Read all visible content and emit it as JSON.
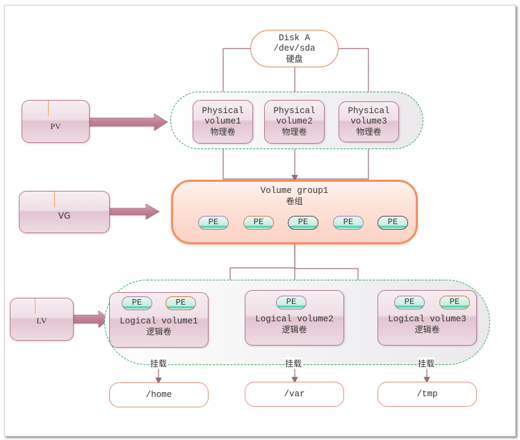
{
  "disk": {
    "line1": "Disk A",
    "line2": "/dev/sda",
    "line3": "硬盘"
  },
  "legend": {
    "pv": "PV",
    "vg": "VG",
    "lv": "LV"
  },
  "physical_volumes": [
    {
      "line1": "Physical",
      "line2": "volume1",
      "line3": "物理卷"
    },
    {
      "line1": "Physical",
      "line2": "volume2",
      "line3": "物理卷"
    },
    {
      "line1": "Physical",
      "line2": "volume3",
      "line3": "物理卷"
    }
  ],
  "volume_group": {
    "title": "Volume group1",
    "subtitle": "卷组",
    "pe_label": "PE",
    "pe_count": 5
  },
  "logical_volumes": [
    {
      "line1": "Logical volume1",
      "line2": "逻辑卷",
      "pe_count": 2
    },
    {
      "line1": "Logical volume2",
      "line2": "逻辑卷",
      "pe_count": 1
    },
    {
      "line1": "Logical volume3",
      "line2": "逻辑卷",
      "pe_count": 2
    }
  ],
  "mount_label": "挂载",
  "mount_points": [
    "/home",
    "/var",
    "/tmp"
  ],
  "colors": {
    "connector": "#9a6a82",
    "group_dash": "#22aa55",
    "vg_border": "#f39065",
    "arrow_fill": "#c07f94"
  }
}
